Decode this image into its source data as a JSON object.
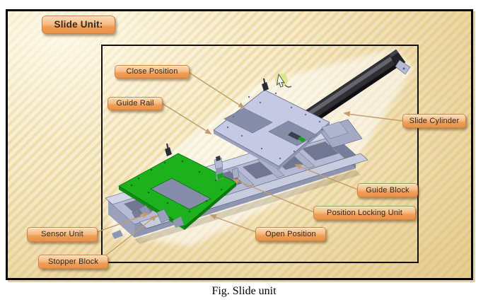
{
  "title_label": "Slide Unit:",
  "caption": "Fig. Slide unit",
  "callouts": {
    "close_position": "Close Position",
    "guide_rail": "Guide Rail",
    "slide_cylinder": "Slide Cylinder",
    "guide_block": "Guide Block",
    "position_locking_unit": "Position Locking Unit",
    "open_position": "Open Position",
    "sensor_unit": "Sensor Unit",
    "stopper_block": "Stopper Block"
  },
  "colors": {
    "label_gradient_top": "#fbdcb6",
    "label_gradient_bottom": "#ea9148",
    "label_border": "#cf8445",
    "background_tan": "#f2e2b8",
    "stripe_dark": "#eedcab",
    "callout_line": "#c49a6b",
    "open_plate_green": "#1eb11e",
    "close_plate_lavender": "#c5c9e3",
    "frame_gray": "#b6bbd3",
    "cylinder_dark": "#303034"
  },
  "icons": {
    "cursor": "pointer-cursor-icon"
  }
}
